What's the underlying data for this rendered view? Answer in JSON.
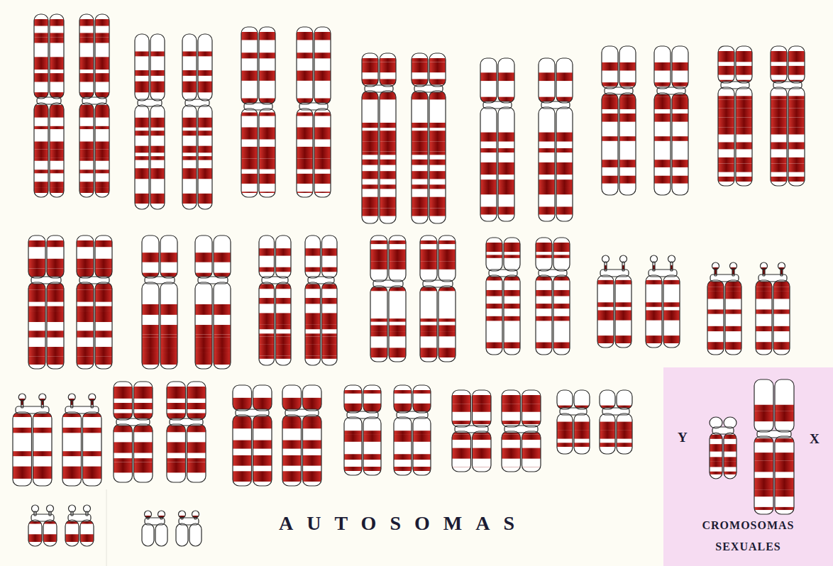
{
  "diagram": {
    "nodes": [
      {
        "text": [
          "Y",
          "X",
          "CROMOSOMAS SEXUALES"
        ]
      }
    ],
    "labels": [
      "AUTOSOMAS"
    ]
  }
}
